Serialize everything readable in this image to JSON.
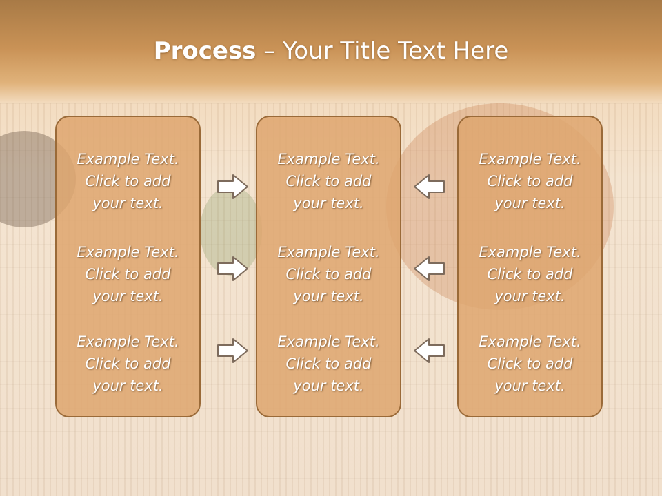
{
  "slide": {
    "title_bold": "Process",
    "title_rest": " – Your Title Text Here"
  },
  "columns": [
    {
      "items": [
        "Example Text.\nClick  to add\nyour text.",
        "Example Text.\nClick  to add\nyour text.",
        "Example Text.\nClick  to add\nyour text."
      ]
    },
    {
      "items": [
        "Example Text.\nClick  to add\nyour text.",
        "Example Text.\nClick  to add\nyour text.",
        "Example Text.\nClick  to add\nyour text."
      ]
    },
    {
      "items": [
        "Example Text.\nClick  to add\nyour text.",
        "Example Text.\nClick  to add\nyour text.",
        "Example Text.\nClick  to add\nyour text."
      ]
    }
  ],
  "arrows": {
    "left_group": [
      "arrow-right-icon",
      "arrow-right-icon",
      "arrow-right-icon"
    ],
    "right_group": [
      "arrow-left-icon",
      "arrow-left-icon",
      "arrow-left-icon"
    ]
  },
  "colors": {
    "box_fill": "#dea66e",
    "box_border": "#9a6a38",
    "header_band": "#c99256",
    "text": "#ffffff"
  }
}
